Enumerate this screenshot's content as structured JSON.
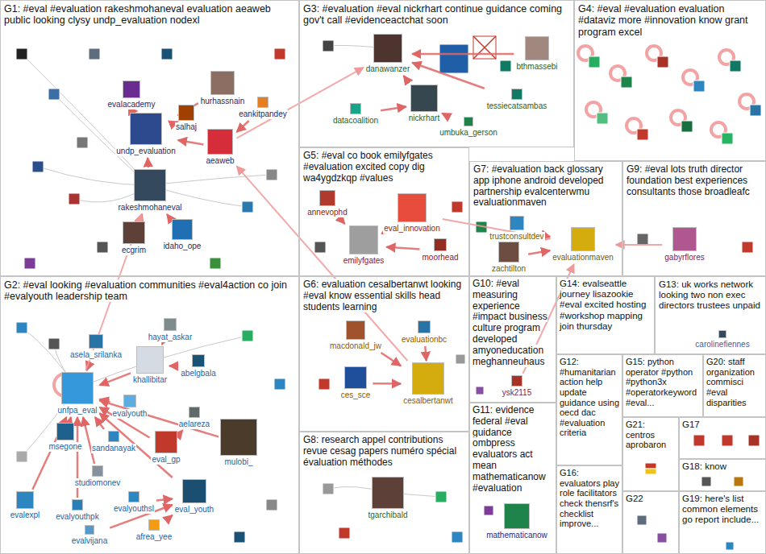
{
  "diagram": {
    "nodes": [
      {
        "text": [
          "G1: #eval #evaluation rakeshmohaneval evaluation aeaweb public looking clysy undp_evaluation nodexl"
        ]
      },
      {
        "text": [
          "evalacademy"
        ],
        "in": 0
      },
      {
        "text": [
          "hurhassnain"
        ],
        "in": 0
      },
      {
        "text": [
          "eankitpandey"
        ],
        "in": 0
      },
      {
        "text": [
          "undp_evaluation"
        ],
        "in": 0
      },
      {
        "text": [
          "salhaj"
        ],
        "in": 0
      },
      {
        "text": [
          "aeaweb"
        ],
        "in": 0
      },
      {
        "text": [
          "rakeshmohaneval"
        ],
        "in": 0
      },
      {
        "text": [
          "ecgrim"
        ],
        "in": 0
      },
      {
        "text": [
          "idaho_ope"
        ],
        "in": 0
      },
      {
        "text": [
          "G2: #eval looking #evaluation communities #eval4action co join #evalyouth leadership team"
        ]
      },
      {
        "text": [
          "asela_srilanka"
        ],
        "in": 10
      },
      {
        "text": [
          "hayat_askar"
        ],
        "in": 10
      },
      {
        "text": [
          "khallibitar"
        ],
        "in": 10
      },
      {
        "text": [
          "abelgbala"
        ],
        "in": 10
      },
      {
        "text": [
          "unfpa_eval"
        ],
        "in": 10
      },
      {
        "text": [
          "evalyouth"
        ],
        "in": 10
      },
      {
        "text": [
          "aelareza"
        ],
        "in": 10
      },
      {
        "text": [
          "eval_gp"
        ],
        "in": 10
      },
      {
        "text": [
          "sandanayak"
        ],
        "in": 10
      },
      {
        "text": [
          "msegone"
        ],
        "in": 10
      },
      {
        "text": [
          "mulobi_"
        ],
        "in": 10
      },
      {
        "text": [
          "studiomonev"
        ],
        "in": 10
      },
      {
        "text": [
          "evalyouthsl"
        ],
        "in": 10
      },
      {
        "text": [
          "eval_youth"
        ],
        "in": 10
      },
      {
        "text": [
          "evalyouthpk"
        ],
        "in": 10
      },
      {
        "text": [
          "evalvijana"
        ],
        "in": 10
      },
      {
        "text": [
          "afrea_yee"
        ],
        "in": 10
      },
      {
        "text": [
          "evalexpl"
        ],
        "in": 10
      },
      {
        "text": [
          "G3: #evaluation #eval nickrhart continue guidance coming gov't call #evidenceactchat soon"
        ]
      },
      {
        "text": [
          "danawanzer"
        ],
        "in": 29
      },
      {
        "text": [
          "nickrhart"
        ],
        "in": 29
      },
      {
        "text": [
          "datacoalition"
        ],
        "in": 29
      },
      {
        "text": [
          "bthmassebi"
        ],
        "in": 29
      },
      {
        "text": [
          "tessiecatsambas"
        ],
        "in": 29
      },
      {
        "text": [
          "umbuka_gerson"
        ],
        "in": 29
      },
      {
        "text": [
          "G4: #eval #evaluation evaluation #dataviz more #innovation know grant program excel"
        ]
      },
      {
        "text": [
          "G5: #eval co book emilyfgates #evaluation excited copy dig wa4ygdzkqp #values"
        ]
      },
      {
        "text": [
          "annevophd"
        ],
        "in": 37
      },
      {
        "text": [
          "eval_innovation"
        ],
        "in": 37
      },
      {
        "text": [
          "emilyfgates"
        ],
        "in": 37
      },
      {
        "text": [
          "moorhead"
        ],
        "in": 37
      },
      {
        "text": [
          "G6: evaluation cesalbertanwt looking #eval know essential skills head students learning"
        ]
      },
      {
        "text": [
          "macdonald_jw"
        ],
        "in": 42
      },
      {
        "text": [
          "evaluationbc"
        ],
        "in": 42
      },
      {
        "text": [
          "ces_sce"
        ],
        "in": 42
      },
      {
        "text": [
          "cesalbertanwt"
        ],
        "in": 42
      },
      {
        "text": [
          "G7: #evaluation back glossary app iphone android developed partnership evalcenterwmu evaluationmaven"
        ]
      },
      {
        "text": [
          "trustconsultdev"
        ],
        "in": 47
      },
      {
        "text": [
          "evaluationmaven"
        ],
        "in": 47
      },
      {
        "text": [
          "zachtilton"
        ],
        "in": 47
      },
      {
        "text": [
          "G8: research appel contributions revue cesag papers numéro spécial évaluation méthodes"
        ]
      },
      {
        "text": [
          "tgarchibald"
        ],
        "in": 51
      },
      {
        "text": [
          "G9: #eval lots truth director foundation best experiences consultants those broadleafc"
        ]
      },
      {
        "text": [
          "gabyrflores"
        ],
        "in": 53
      },
      {
        "text": [
          "G10: #eval measuring experience #impact business culture program developed amyoneducation meghanneuhaus"
        ]
      },
      {
        "text": [
          "ysk2115"
        ],
        "in": 55
      },
      {
        "text": [
          "G11: evidence federal #eval guidance ombpress evaluators act mean mathematicanow #evaluation"
        ]
      },
      {
        "text": [
          "mathematicanow"
        ],
        "in": 57
      },
      {
        "text": [
          "G12: #humanitarian action help update guidance using oecd dac #evaluation criteria"
        ]
      },
      {
        "text": [
          "G13: uk works network looking two non exec directors trustees unpaid"
        ]
      },
      {
        "text": [
          "carolinefiennes"
        ],
        "in": 60
      },
      {
        "text": [
          "G14: evalseattle journey lisazookie #eval excited hosting #workshop mapping join thursday"
        ]
      },
      {
        "text": [
          "G15: python operator #python #python3x #operatorkeyword #eval..."
        ]
      },
      {
        "text": [
          "G16: evaluators play role facilitators check thensrf's checklist improve..."
        ]
      },
      {
        "text": [
          "G17"
        ]
      },
      {
        "text": [
          "G18: know"
        ]
      },
      {
        "text": [
          "G19: here's list common elements go report include..."
        ]
      },
      {
        "text": [
          "G20: staff organization commisci #eval disparities"
        ]
      },
      {
        "text": [
          "G21: centros aprobaron"
        ]
      },
      {
        "text": [
          "G22"
        ]
      }
    ],
    "edges": [
      {
        "from": 7,
        "to": 4,
        "arrow": "to"
      },
      {
        "from": 6,
        "to": 4,
        "arrow": "to"
      },
      {
        "from": 1,
        "to": 4,
        "arrow": "to"
      },
      {
        "from": 5,
        "to": 4,
        "arrow": "to"
      },
      {
        "from": 2,
        "to": 4,
        "arrow": "to"
      },
      {
        "from": 3,
        "to": 6,
        "arrow": "to"
      },
      {
        "from": 8,
        "to": 7,
        "arrow": "to"
      },
      {
        "from": 9,
        "to": 7,
        "arrow": "to"
      },
      {
        "from": 20,
        "to": 15,
        "arrow": "to"
      },
      {
        "from": 16,
        "to": 15,
        "arrow": "to"
      },
      {
        "from": 13,
        "to": 15,
        "arrow": "to"
      },
      {
        "from": 19,
        "to": 15,
        "arrow": "to"
      },
      {
        "from": 24,
        "to": 15,
        "arrow": "to"
      },
      {
        "from": 11,
        "to": 15,
        "arrow": "to"
      },
      {
        "from": 28,
        "to": 15,
        "arrow": "to"
      },
      {
        "from": 18,
        "to": 15,
        "arrow": "to"
      },
      {
        "from": 21,
        "to": 15,
        "arrow": "to"
      },
      {
        "from": 12,
        "to": 13,
        "arrow": "to"
      },
      {
        "from": 14,
        "to": 13,
        "arrow": "to"
      },
      {
        "from": 17,
        "to": 18,
        "arrow": "to"
      },
      {
        "from": 22,
        "to": 15,
        "arrow": "to"
      },
      {
        "from": 23,
        "to": 24,
        "arrow": "to"
      },
      {
        "from": 25,
        "to": 15,
        "arrow": "to"
      },
      {
        "from": 26,
        "to": 24,
        "arrow": "to"
      },
      {
        "from": 27,
        "to": 24,
        "arrow": "to"
      },
      {
        "from": 15,
        "to": 7,
        "arrow": "to"
      },
      {
        "from": 6,
        "to": 30,
        "arrow": "to"
      },
      {
        "from": 31,
        "to": 30,
        "arrow": "to"
      },
      {
        "from": 32,
        "to": 31,
        "arrow": "to"
      },
      {
        "from": 35,
        "to": 31,
        "arrow": "to"
      },
      {
        "from": 34,
        "to": 30,
        "arrow": "to"
      },
      {
        "from": 33,
        "to": 30,
        "arrow": "to"
      },
      {
        "from": 38,
        "to": 40,
        "arrow": "to"
      },
      {
        "from": 41,
        "to": 40,
        "arrow": "to"
      },
      {
        "from": 40,
        "to": 39,
        "arrow": "to"
      },
      {
        "from": 39,
        "to": 49,
        "arrow": "to"
      },
      {
        "from": 44,
        "to": 46,
        "arrow": "to"
      },
      {
        "from": 45,
        "to": 46,
        "arrow": "to"
      },
      {
        "from": 43,
        "to": 46,
        "arrow": "to"
      },
      {
        "from": 46,
        "to": 6,
        "arrow": "to"
      },
      {
        "from": 48,
        "to": 49,
        "arrow": "to"
      },
      {
        "from": 50,
        "to": 49,
        "arrow": "to"
      },
      {
        "from": 56,
        "to": 49,
        "arrow": "to"
      },
      {
        "from": 54,
        "to": 49,
        "arrow": "to"
      }
    ]
  }
}
